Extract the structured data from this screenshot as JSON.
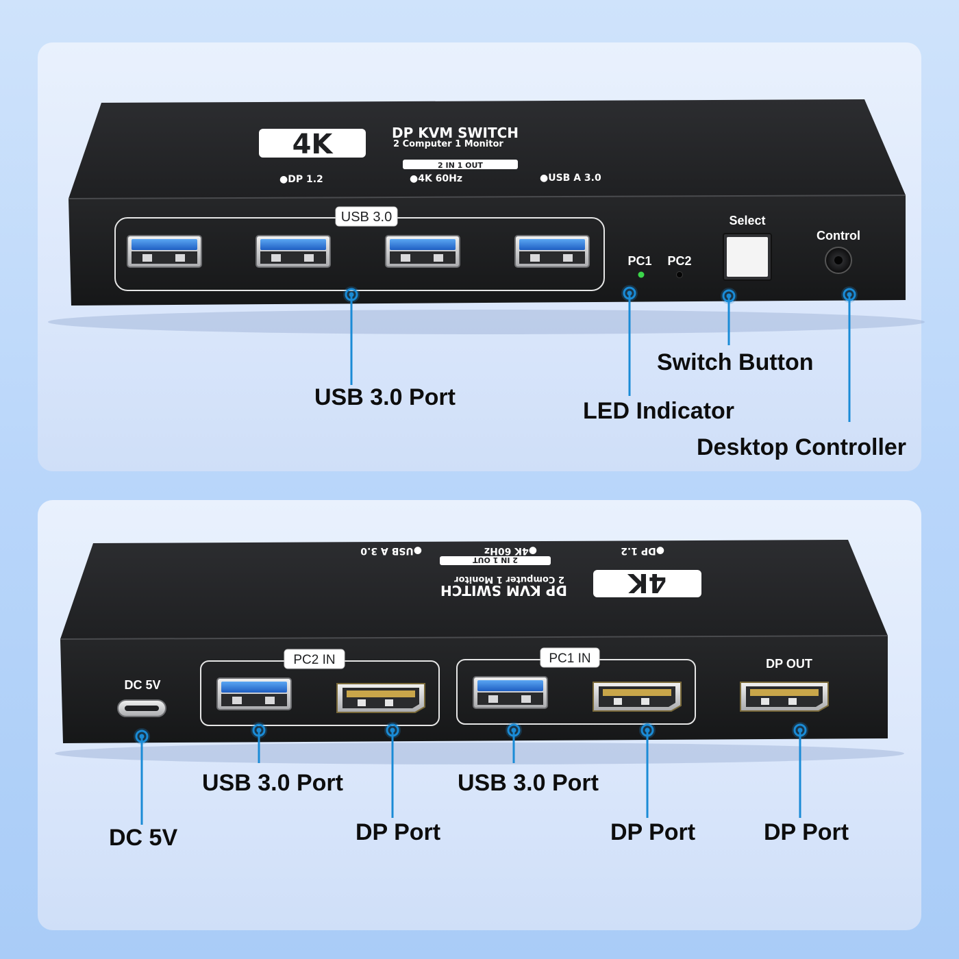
{
  "top_device": {
    "badge": "4K",
    "title": "DP  KVM SWITCH",
    "subtitle": "2 Computer 1 Monitor",
    "tag": "2 IN 1 OUT",
    "spec_1": "●DP 1.2",
    "spec_2": "●4K 60Hz",
    "spec_3": "●USB A 3.0",
    "usb_group_label": "USB 3.0",
    "led_1": "PC1",
    "led_2": "PC2",
    "select_label": "Select",
    "control_label": "Control"
  },
  "top_callouts": {
    "usb_port": "USB 3.0 Port",
    "led_indicator": "LED Indicator",
    "switch_button": "Switch Button",
    "desktop_controller": "Desktop Controller"
  },
  "bottom_device": {
    "badge": "4K",
    "title": "DP  KVM SWITCH",
    "subtitle": "2 Computer 1 Monitor",
    "tag": "2 IN 1 OUT",
    "spec_1": "●DP 1.2",
    "spec_2": "●4K 60Hz",
    "spec_3": "●USB A 3.0",
    "dc_label": "DC 5V",
    "pc2_label": "PC2 IN",
    "pc1_label": "PC1 IN",
    "dp_out_label": "DP OUT"
  },
  "bottom_callouts": {
    "dc": "DC 5V",
    "usb_port_pc2": "USB 3.0 Port",
    "dp_port_pc2": "DP Port",
    "usb_port_pc1": "USB 3.0 Port",
    "dp_port_pc1": "DP Port",
    "dp_port_out": "DP Port"
  },
  "colors": {
    "device_body": "#1c1d1f",
    "device_top": "#2a2b2e",
    "usb_blue": "#2f7fe0",
    "callout_line": "#1a8bd6",
    "led_green": "#3bd64a",
    "text_dark": "#0d0d0d"
  }
}
